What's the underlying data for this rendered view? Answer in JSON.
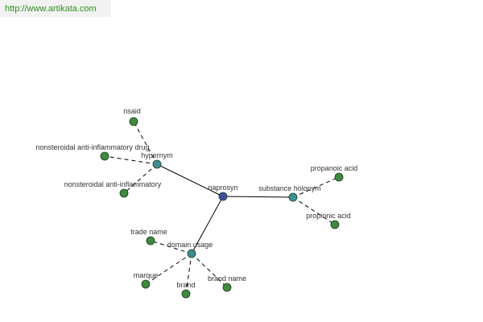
{
  "site": {
    "url_text": "http://www.artikata.com"
  },
  "colors": {
    "center": "#3f4f9a",
    "relation": "#3f8f8f",
    "leaf": "#3f8a3f",
    "link": "#2f8f1f"
  },
  "graph": {
    "center": {
      "id": "naprosyn",
      "label": "naprosyn"
    },
    "relations": [
      {
        "id": "hypernym",
        "label": "hypernym",
        "leaves": [
          {
            "id": "nsaid",
            "label": "nsaid"
          },
          {
            "id": "nsaid-drug",
            "label": "nonsteroidal anti-inflammatory drug"
          },
          {
            "id": "nsaid-short",
            "label": "nonsteroidal anti-inflammatory"
          }
        ]
      },
      {
        "id": "substance-holonym",
        "label": "substance holonym",
        "leaves": [
          {
            "id": "propanoic-acid",
            "label": "propanoic acid"
          },
          {
            "id": "propionic-acid",
            "label": "propionic acid"
          }
        ]
      },
      {
        "id": "domain-usage",
        "label": "domain usage",
        "leaves": [
          {
            "id": "trade-name",
            "label": "trade name"
          },
          {
            "id": "marque",
            "label": "marque"
          },
          {
            "id": "brand",
            "label": "brand"
          },
          {
            "id": "brand-name",
            "label": "brand name"
          }
        ]
      }
    ]
  }
}
